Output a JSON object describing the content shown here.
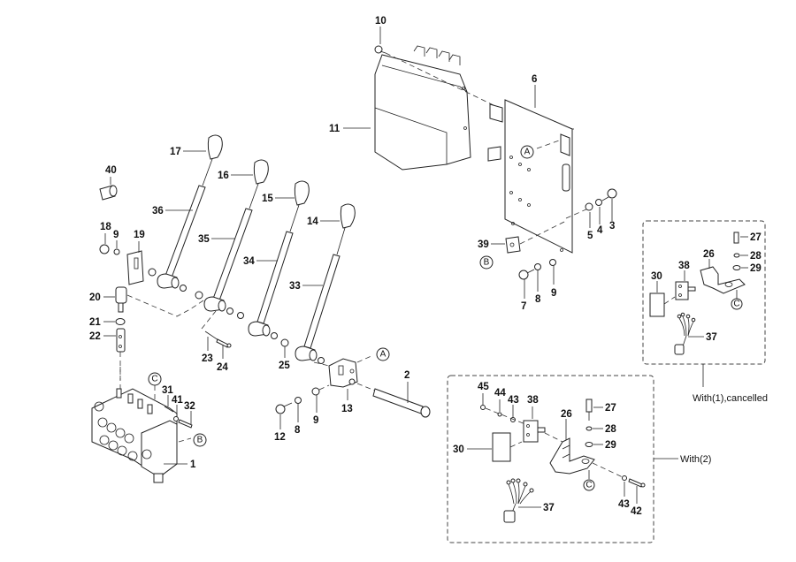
{
  "diagram": {
    "type": "exploded-parts-view",
    "part_labels": {
      "p1": "1",
      "p2": "2",
      "p3": "3",
      "p4": "4",
      "p5": "5",
      "p6": "6",
      "p7": "7",
      "p8a": "8",
      "p8b": "8",
      "p9a": "9",
      "p9b": "9",
      "p9c": "9",
      "p10": "10",
      "p11": "11",
      "p12": "12",
      "p13": "13",
      "p14": "14",
      "p15": "15",
      "p16": "16",
      "p17": "17",
      "p18": "18",
      "p19": "19",
      "p20": "20",
      "p21": "21",
      "p22": "22",
      "p23": "23",
      "p24": "24",
      "p25": "25",
      "p31": "31",
      "p32": "32",
      "p33": "33",
      "p34": "34",
      "p35": "35",
      "p36": "36",
      "p39": "39",
      "p40": "40",
      "p41": "41"
    },
    "ref_circles": {
      "A": "A",
      "B": "B",
      "C": "C"
    },
    "inset1": {
      "caption": "With(1),cancelled",
      "labels": {
        "p26": "26",
        "p27": "27",
        "p28": "28",
        "p29": "29",
        "p30": "30",
        "p37": "37",
        "p38": "38"
      }
    },
    "inset2": {
      "caption": "With(2)",
      "labels": {
        "p26": "26",
        "p27": "27",
        "p28": "28",
        "p29": "29",
        "p30": "30",
        "p37": "37",
        "p38": "38",
        "p42": "42",
        "p43a": "43",
        "p43b": "43",
        "p44": "44",
        "p45": "45"
      }
    }
  }
}
